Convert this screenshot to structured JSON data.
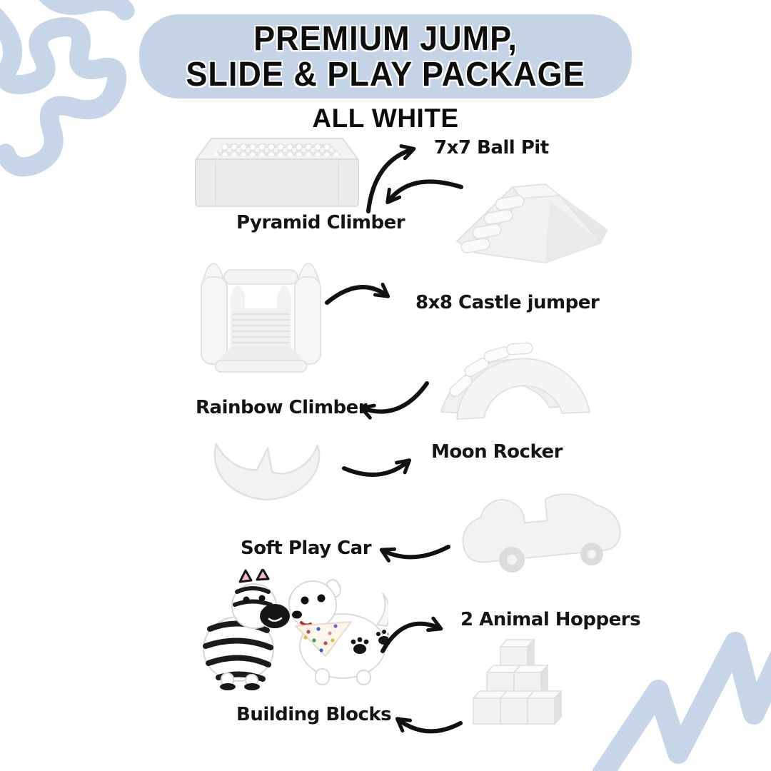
{
  "page": {
    "banner_color": "#c5d3e7",
    "doodle_color": "#c7d5e8",
    "ink_color": "#111111",
    "background_color": "#ffffff",
    "product_color_theme": "all white"
  },
  "header": {
    "title_line1": "PREMIUM JUMP,",
    "title_line2": "SLIDE & PLAY PACKAGE",
    "subtitle": "ALL WHITE"
  },
  "items": [
    {
      "id": "ball-pit",
      "label": "7x7 Ball Pit"
    },
    {
      "id": "pyramid-climber",
      "label": "Pyramid Climber"
    },
    {
      "id": "castle-jumper",
      "label": "8x8 Castle jumper"
    },
    {
      "id": "rainbow-climber",
      "label": "Rainbow Climber"
    },
    {
      "id": "moon-rocker",
      "label": "Moon Rocker"
    },
    {
      "id": "soft-play-car",
      "label": "Soft Play Car"
    },
    {
      "id": "animal-hoppers",
      "label": "2 Animal Hoppers"
    },
    {
      "id": "building-blocks",
      "label": "Building Blocks"
    }
  ]
}
